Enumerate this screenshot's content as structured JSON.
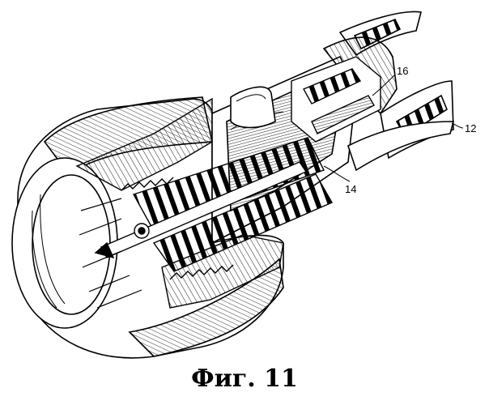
{
  "figure": {
    "caption": "Фиг. 11",
    "reference_numerals": {
      "outer_sleeve": "12",
      "inner_sleeve": "16",
      "inner_conductor": "14"
    }
  },
  "colors": {
    "ink": "#000000",
    "paper": "#ffffff"
  }
}
